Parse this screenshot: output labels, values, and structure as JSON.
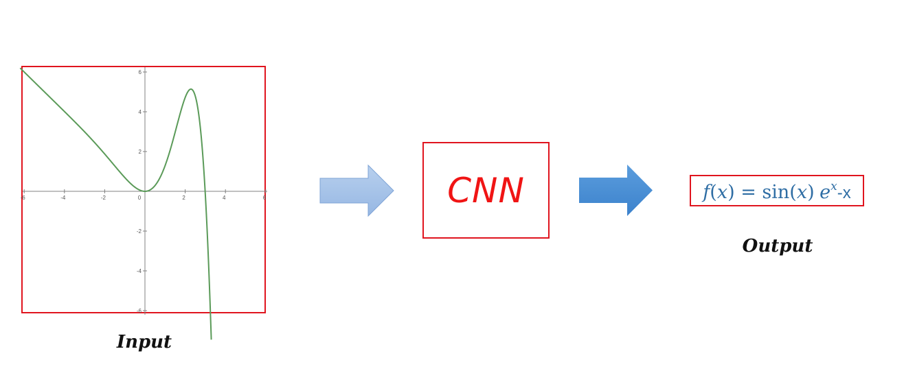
{
  "input": {
    "caption": "Input",
    "plot": {
      "x_ticks": [
        "-6",
        "-4",
        "-2",
        "0",
        "2",
        "4",
        "6"
      ],
      "y_ticks": [
        "6",
        "4",
        "2",
        "-2",
        "-4",
        "-6"
      ],
      "curve_color": "#5a9a58",
      "axis_color": "#808080"
    }
  },
  "model": {
    "label": "CNN",
    "label_color": "#f01414"
  },
  "output": {
    "caption": "Output",
    "formula": {
      "f": "f",
      "open_paren": "(",
      "x": "x",
      "close_paren": ")",
      "equals": " = ",
      "sin": "sin",
      "sin_open": "(",
      "sin_x": "x",
      "sin_close": ")",
      "e": "e",
      "exp": "x",
      "tail": "-x"
    },
    "formula_color": "#2e6da4"
  },
  "colors": {
    "box_border": "#e0141e",
    "arrow_light": "#a4c1e6",
    "arrow_dark": "#4a8fd4"
  }
}
